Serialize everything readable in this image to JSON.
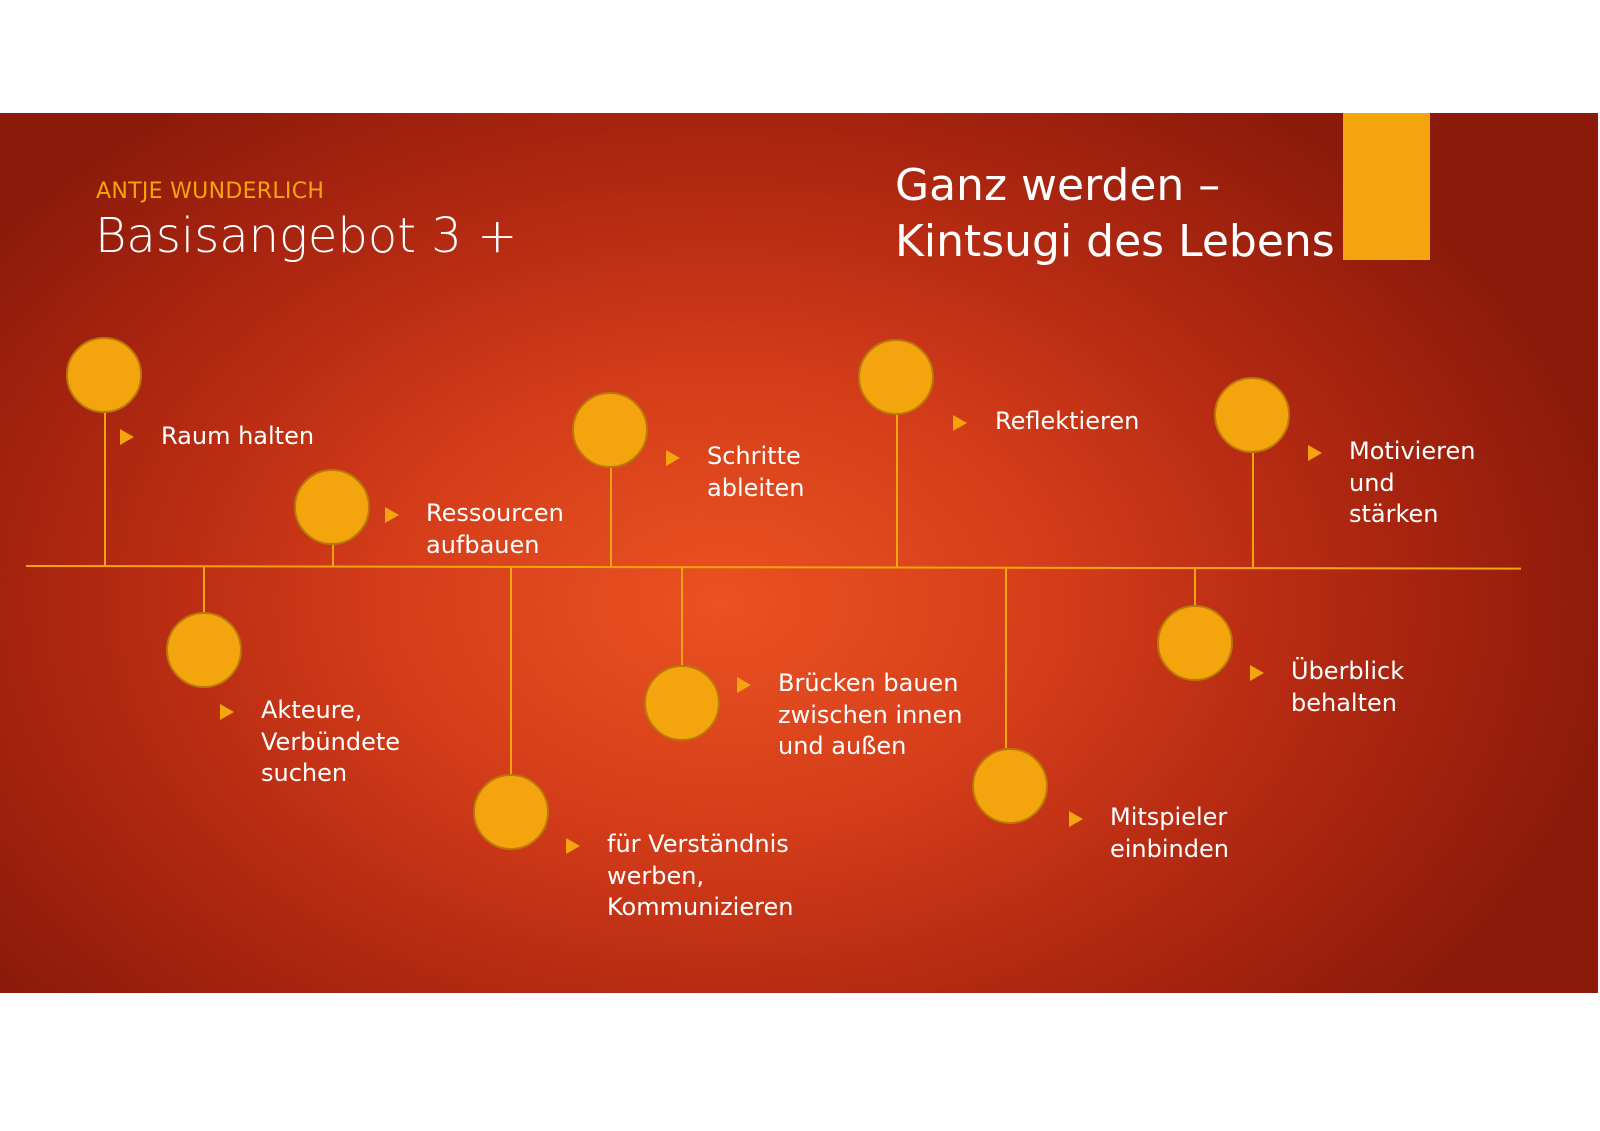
{
  "header": {
    "author": "ANTJE WUNDERLICH",
    "title": "Basisangebot 3 +",
    "subtitle": "Ganz werden –\nKintsugi des Lebens"
  },
  "colors": {
    "accent": "#f4a40c",
    "background": "#d63e1a"
  },
  "nodes": [
    {
      "label": "Raum halten",
      "position": "above"
    },
    {
      "label": "Ressourcen\naufbauen",
      "position": "above"
    },
    {
      "label": "Schritte\nableiten",
      "position": "above"
    },
    {
      "label": "Reflektieren",
      "position": "above"
    },
    {
      "label": "Motivieren\nund\nstärken",
      "position": "above"
    },
    {
      "label": "Akteure,\nVerbündete\nsuchen",
      "position": "below"
    },
    {
      "label": "für Verständnis\nwerben,\nKommunizieren",
      "position": "below"
    },
    {
      "label": "Brücken bauen\nzwischen innen\nund außen",
      "position": "below"
    },
    {
      "label": "Mitspieler\neinbinden",
      "position": "below"
    },
    {
      "label": "Überblick\nbehalten",
      "position": "below"
    }
  ]
}
